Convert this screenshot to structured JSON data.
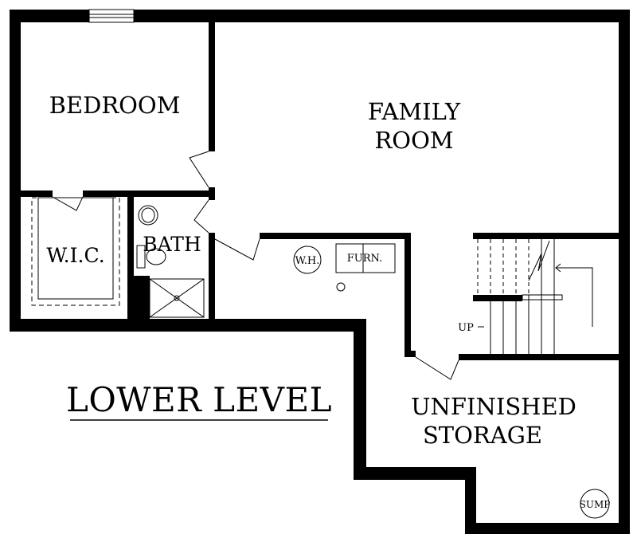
{
  "plan": {
    "title": "LOWER LEVEL",
    "rooms": {
      "bedroom": "BEDROOM",
      "family_room_line1": "FAMILY",
      "family_room_line2": "ROOM",
      "wic": "W.I.C.",
      "bath": "BATH",
      "storage_line1": "UNFINISHED",
      "storage_line2": "STORAGE"
    },
    "fixtures": {
      "water_heater": "W.H.",
      "furnace": "FURN.",
      "sump": "SUMP",
      "stairs_up": "UP"
    }
  }
}
